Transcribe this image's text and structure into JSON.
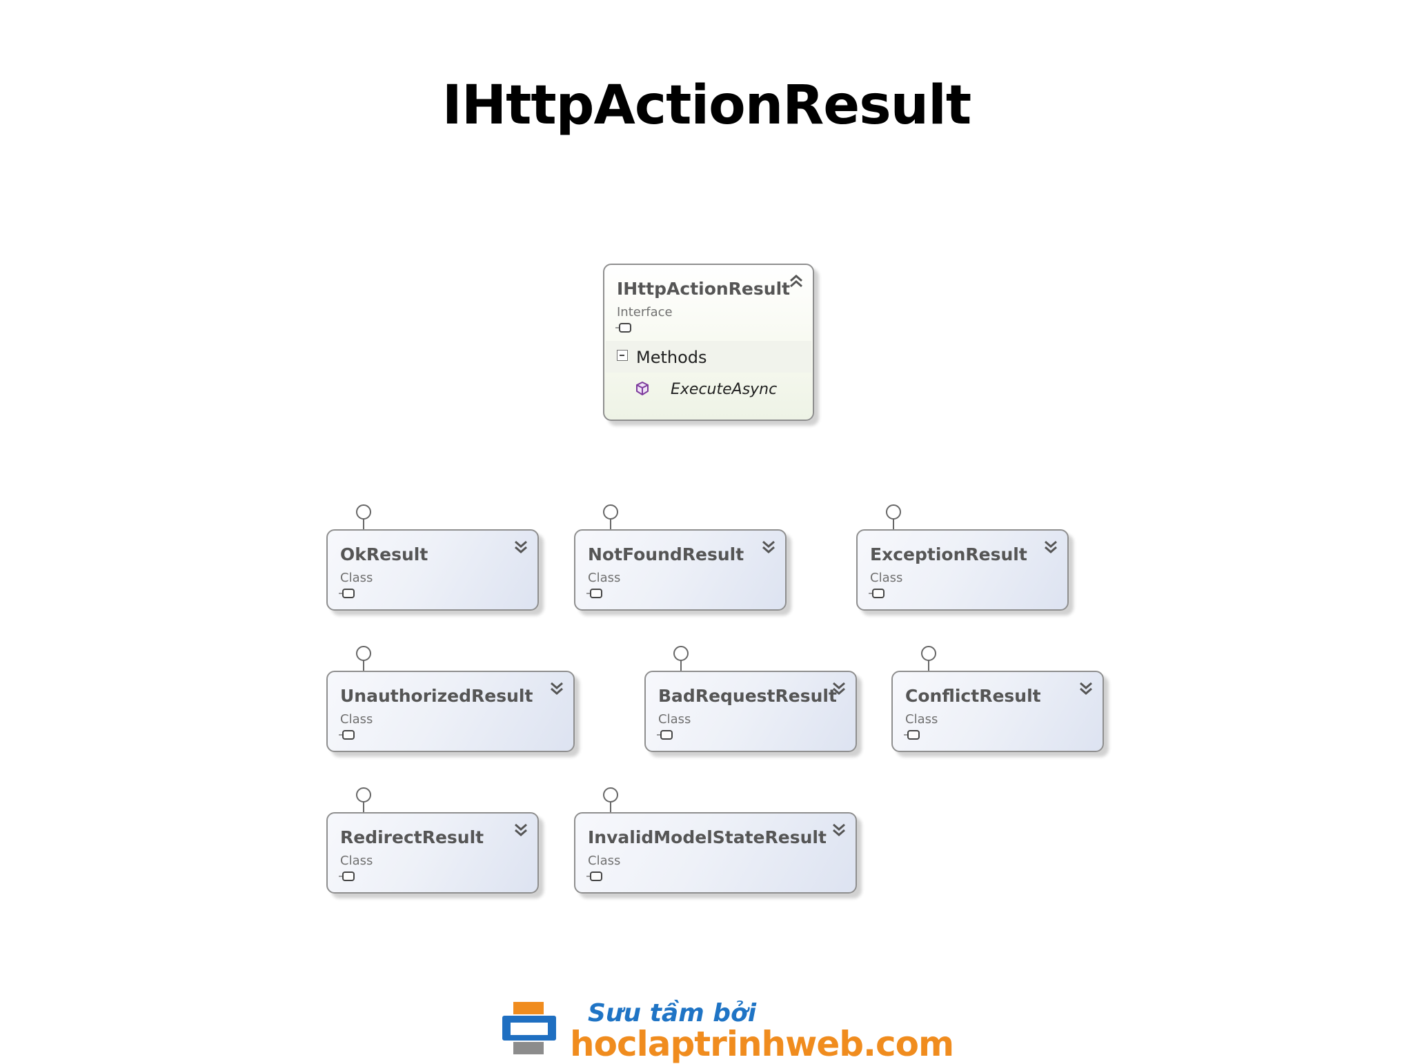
{
  "title": "IHttpActionResult",
  "interface": {
    "name": "IHttpActionResult",
    "type": "Interface",
    "section": "Methods",
    "methods": [
      "ExecuteAsync"
    ]
  },
  "classes": [
    {
      "name": "OkResult",
      "type": "Class"
    },
    {
      "name": "NotFoundResult",
      "type": "Class"
    },
    {
      "name": "ExceptionResult",
      "type": "Class"
    },
    {
      "name": "UnauthorizedResult",
      "type": "Class"
    },
    {
      "name": "BadRequestResult",
      "type": "Class"
    },
    {
      "name": "ConflictResult",
      "type": "Class"
    },
    {
      "name": "RedirectResult",
      "type": "Class"
    },
    {
      "name": "InvalidModelStateResult",
      "type": "Class"
    }
  ],
  "logo": {
    "line1": "Sưu tầm bởi",
    "line2": "hoclaptrinhweb.com"
  }
}
